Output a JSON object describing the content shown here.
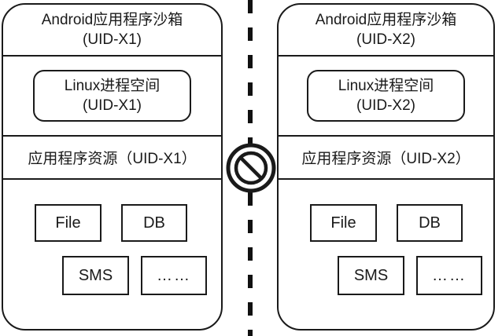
{
  "diagram": {
    "colors": {
      "background": "#ffffff",
      "line": "#1a1a1a"
    },
    "sandboxes": [
      {
        "id": "left",
        "title_line1": "Android应用程序沙箱",
        "title_line2": "(UID-X1)",
        "process_line1": "Linux进程空间",
        "process_line2": "(UID-X1)",
        "resources_label": "应用程序资源（UID-X1）",
        "items": [
          "File",
          "DB",
          "SMS",
          "……"
        ]
      },
      {
        "id": "right",
        "title_line1": "Android应用程序沙箱",
        "title_line2": "(UID-X2)",
        "process_line1": "Linux进程空间",
        "process_line2": "(UID-X2)",
        "resources_label": "应用程序资源（UID-X2）",
        "items": [
          "File",
          "DB",
          "SMS",
          "……"
        ]
      }
    ],
    "separator": {
      "type": "dashed-vertical-line",
      "icon": "no-entry-icon"
    }
  }
}
